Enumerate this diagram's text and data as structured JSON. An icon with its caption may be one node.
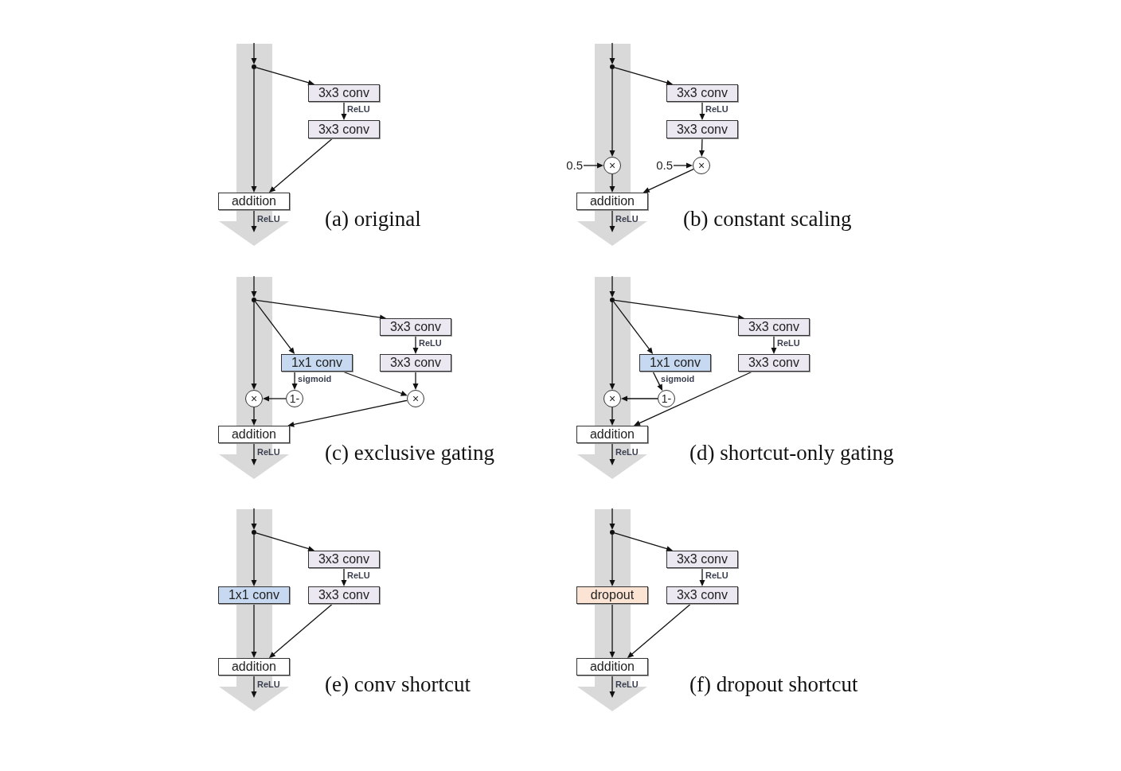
{
  "diagram": {
    "nodes": [
      {
        "text": [],
        "shape": "circle"
      },
      {
        "text": [
          "3x3 conv"
        ]
      },
      {
        "text": [
          "3x3 conv"
        ]
      },
      {
        "text": [
          "addition"
        ]
      },
      {
        "text": [],
        "shape": "circle"
      },
      {
        "text": [
          "3x3 conv"
        ]
      },
      {
        "text": [
          "3x3 conv"
        ]
      },
      {
        "text": [
          "0.5"
        ]
      },
      {
        "text": [
          "×"
        ]
      },
      {
        "text": [
          "0.5"
        ]
      },
      {
        "text": [
          "×"
        ]
      },
      {
        "text": [
          "addition"
        ]
      },
      {
        "text": [],
        "shape": "circle"
      },
      {
        "text": [
          "3x3 conv"
        ]
      },
      {
        "text": [
          "1x1 conv"
        ]
      },
      {
        "text": [
          "3x3 conv"
        ]
      },
      {
        "text": [
          "×"
        ]
      },
      {
        "text": [
          "1-"
        ]
      },
      {
        "text": [
          "×"
        ]
      },
      {
        "text": [
          "addition"
        ]
      },
      {
        "text": [],
        "shape": "circle"
      },
      {
        "text": [
          "3x3 conv"
        ]
      },
      {
        "text": [
          "1x1 conv"
        ]
      },
      {
        "text": [
          "3x3 conv"
        ]
      },
      {
        "text": [
          "×"
        ]
      },
      {
        "text": [
          "1-"
        ]
      },
      {
        "text": [
          "addition"
        ]
      },
      {
        "text": [],
        "shape": "circle"
      },
      {
        "text": [
          "3x3 conv"
        ]
      },
      {
        "text": [
          "1x1 conv"
        ]
      },
      {
        "text": [
          "3x3 conv"
        ]
      },
      {
        "text": [
          "addition"
        ]
      },
      {
        "text": [],
        "shape": "circle"
      },
      {
        "text": [
          "3x3 conv"
        ]
      },
      {
        "text": [
          "dropout"
        ]
      },
      {
        "text": [
          "3x3 conv"
        ]
      },
      {
        "text": [
          "addition"
        ]
      }
    ],
    "edges": [
      {
        "from": null,
        "to": 0,
        "arrow": "to"
      },
      {
        "from": 0,
        "to": 1,
        "arrow": "to"
      },
      {
        "from": 1,
        "to": 2,
        "arrow": "to",
        "label": "ReLU"
      },
      {
        "from": 0,
        "to": 3,
        "arrow": "to"
      },
      {
        "from": 2,
        "to": 3,
        "arrow": "to"
      },
      {
        "from": 3,
        "to": null,
        "arrow": "to",
        "label": "ReLU"
      },
      {
        "from": null,
        "to": 4,
        "arrow": "to"
      },
      {
        "from": 4,
        "to": 5,
        "arrow": "to"
      },
      {
        "from": 5,
        "to": 6,
        "arrow": "to",
        "label": "ReLU"
      },
      {
        "from": 4,
        "to": 8,
        "arrow": "to"
      },
      {
        "from": 7,
        "to": 8,
        "arrow": "to"
      },
      {
        "from": 6,
        "to": 10,
        "arrow": "to"
      },
      {
        "from": 9,
        "to": 10,
        "arrow": "to"
      },
      {
        "from": 8,
        "to": 11,
        "arrow": "to"
      },
      {
        "from": 10,
        "to": 11,
        "arrow": "to"
      },
      {
        "from": 11,
        "to": null,
        "arrow": "to",
        "label": "ReLU"
      },
      {
        "from": null,
        "to": 12,
        "arrow": "to"
      },
      {
        "from": 12,
        "to": 13,
        "arrow": "to"
      },
      {
        "from": 12,
        "to": 14,
        "arrow": "to"
      },
      {
        "from": 12,
        "to": 16,
        "arrow": "to"
      },
      {
        "from": 13,
        "to": 15,
        "arrow": "to",
        "label": "ReLU"
      },
      {
        "from": 14,
        "to": 17,
        "arrow": "to",
        "label": "sigmoid"
      },
      {
        "from": 17,
        "to": 16,
        "arrow": "to"
      },
      {
        "from": 14,
        "to": 18,
        "arrow": "to"
      },
      {
        "from": 15,
        "to": 18,
        "arrow": "to"
      },
      {
        "from": 16,
        "to": 19,
        "arrow": "to"
      },
      {
        "from": 18,
        "to": 19,
        "arrow": "to"
      },
      {
        "from": 19,
        "to": null,
        "arrow": "to",
        "label": "ReLU"
      },
      {
        "from": null,
        "to": 20,
        "arrow": "to"
      },
      {
        "from": 20,
        "to": 21,
        "arrow": "to"
      },
      {
        "from": 20,
        "to": 22,
        "arrow": "to"
      },
      {
        "from": 20,
        "to": 24,
        "arrow": "to"
      },
      {
        "from": 21,
        "to": 23,
        "arrow": "to",
        "label": "ReLU"
      },
      {
        "from": 22,
        "to": 25,
        "arrow": "to",
        "label": "sigmoid"
      },
      {
        "from": 25,
        "to": 24,
        "arrow": "to"
      },
      {
        "from": 23,
        "to": 26,
        "arrow": "to"
      },
      {
        "from": 24,
        "to": 26,
        "arrow": "to"
      },
      {
        "from": 26,
        "to": null,
        "arrow": "to",
        "label": "ReLU"
      },
      {
        "from": null,
        "to": 27,
        "arrow": "to"
      },
      {
        "from": 27,
        "to": 28,
        "arrow": "to"
      },
      {
        "from": 27,
        "to": 29,
        "arrow": "to"
      },
      {
        "from": 28,
        "to": 30,
        "arrow": "to",
        "label": "ReLU"
      },
      {
        "from": 29,
        "to": 31,
        "arrow": "to"
      },
      {
        "from": 30,
        "to": 31,
        "arrow": "to"
      },
      {
        "from": 31,
        "to": null,
        "arrow": "to",
        "label": "ReLU"
      },
      {
        "from": null,
        "to": 32,
        "arrow": "to"
      },
      {
        "from": 32,
        "to": 33,
        "arrow": "to"
      },
      {
        "from": 32,
        "to": 34,
        "arrow": "to"
      },
      {
        "from": 33,
        "to": 35,
        "arrow": "to",
        "label": "ReLU"
      },
      {
        "from": 34,
        "to": 36,
        "arrow": "to"
      },
      {
        "from": 35,
        "to": 36,
        "arrow": "to"
      },
      {
        "from": 36,
        "to": null,
        "arrow": "to",
        "label": "ReLU"
      }
    ],
    "labels": [
      "(a) original",
      "(b) constant scaling",
      "(c) exclusive gating",
      "(d) shortcut-only gating",
      "(e) conv shortcut",
      "(f) dropout shortcut"
    ]
  }
}
